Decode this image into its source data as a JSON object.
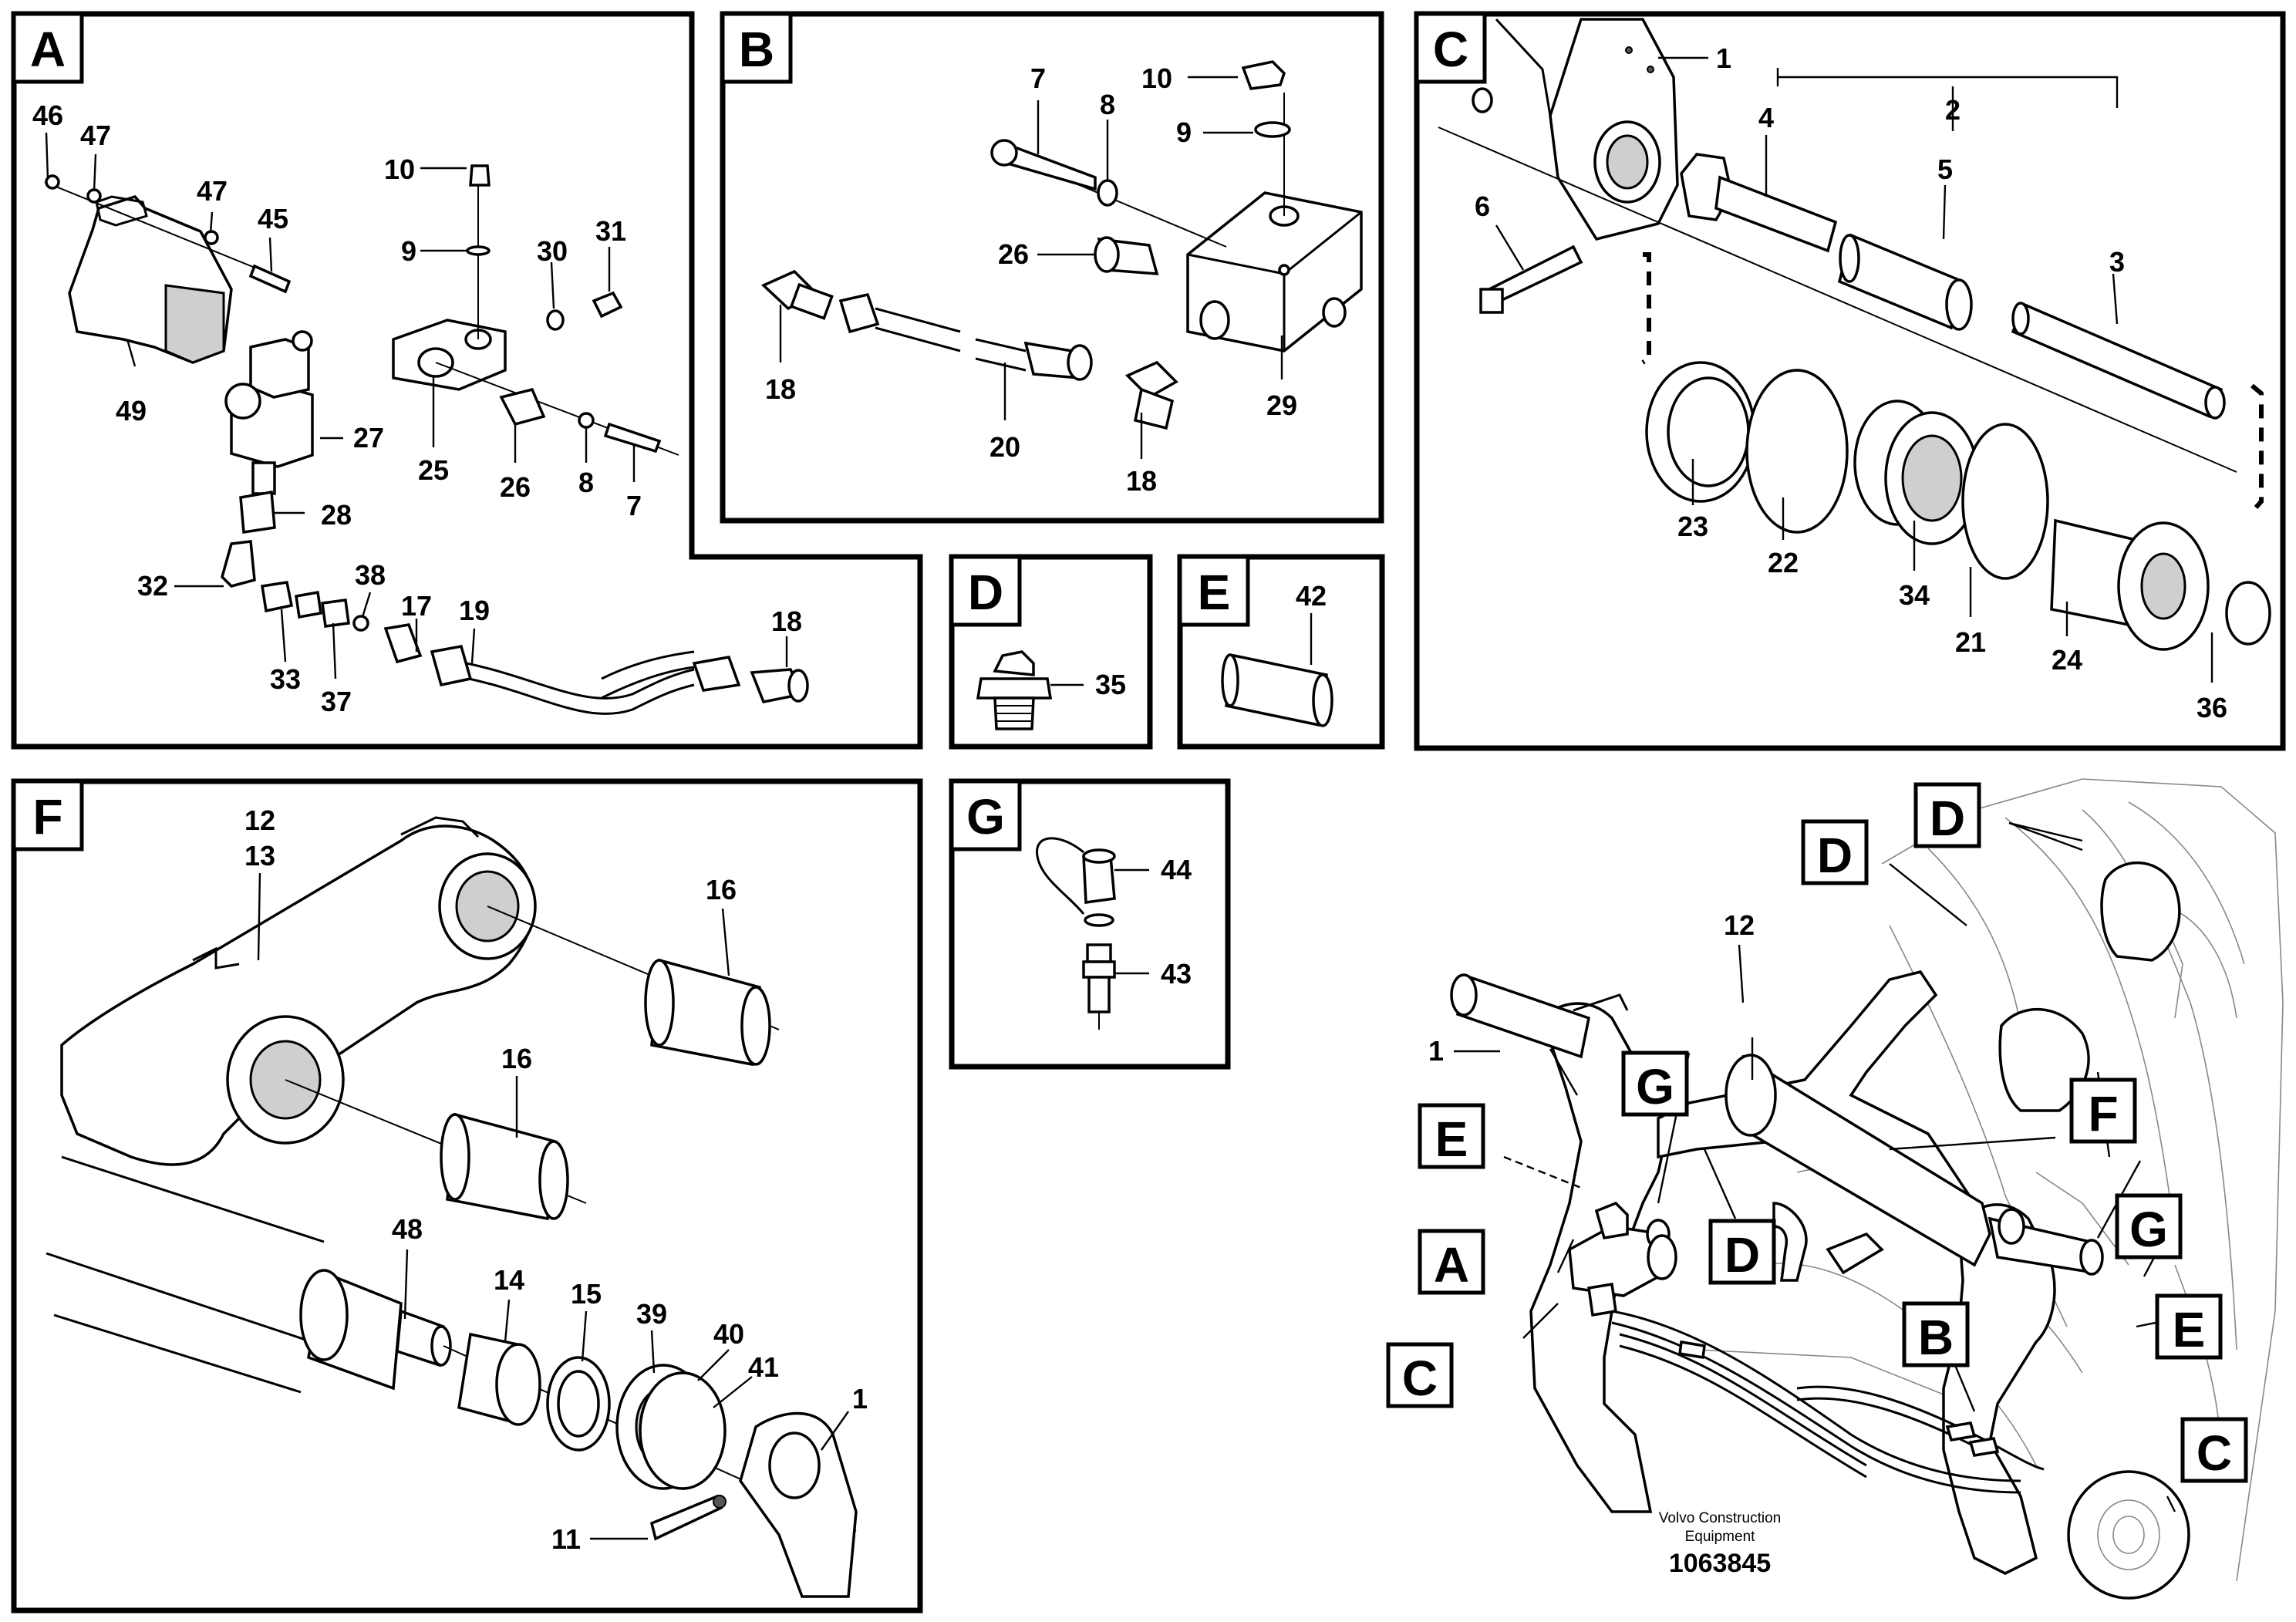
{
  "panels": {
    "A": {
      "letter": "A",
      "labels": [
        "46",
        "47",
        "47",
        "45",
        "49",
        "10",
        "9",
        "30",
        "31",
        "27",
        "25",
        "26",
        "8",
        "7",
        "28",
        "32",
        "38",
        "17",
        "19",
        "18",
        "33",
        "37"
      ]
    },
    "B": {
      "letter": "B",
      "labels": [
        "7",
        "8",
        "10",
        "9",
        "26",
        "18",
        "20",
        "18",
        "29"
      ]
    },
    "C": {
      "letter": "C",
      "labels": [
        "1",
        "2",
        "4",
        "5",
        "3",
        "6",
        "23",
        "22",
        "34",
        "21",
        "24",
        "36"
      ]
    },
    "D": {
      "letter": "D",
      "labels": [
        "35"
      ]
    },
    "E": {
      "letter": "E",
      "labels": [
        "42"
      ]
    },
    "F": {
      "letter": "F",
      "labels": [
        "12",
        "13",
        "16",
        "16",
        "48",
        "14",
        "15",
        "39",
        "40",
        "41",
        "1",
        "11"
      ]
    },
    "G": {
      "letter": "G",
      "labels": [
        "44",
        "43"
      ]
    }
  },
  "overview": {
    "labels": [
      "12",
      "1"
    ],
    "tags": [
      "D",
      "D",
      "G",
      "E",
      "F",
      "D",
      "A",
      "G",
      "E",
      "B",
      "C",
      "C"
    ]
  },
  "footer": {
    "company_line1": "Volvo Construction",
    "company_line2": "Equipment",
    "doc_number": "1063845"
  }
}
